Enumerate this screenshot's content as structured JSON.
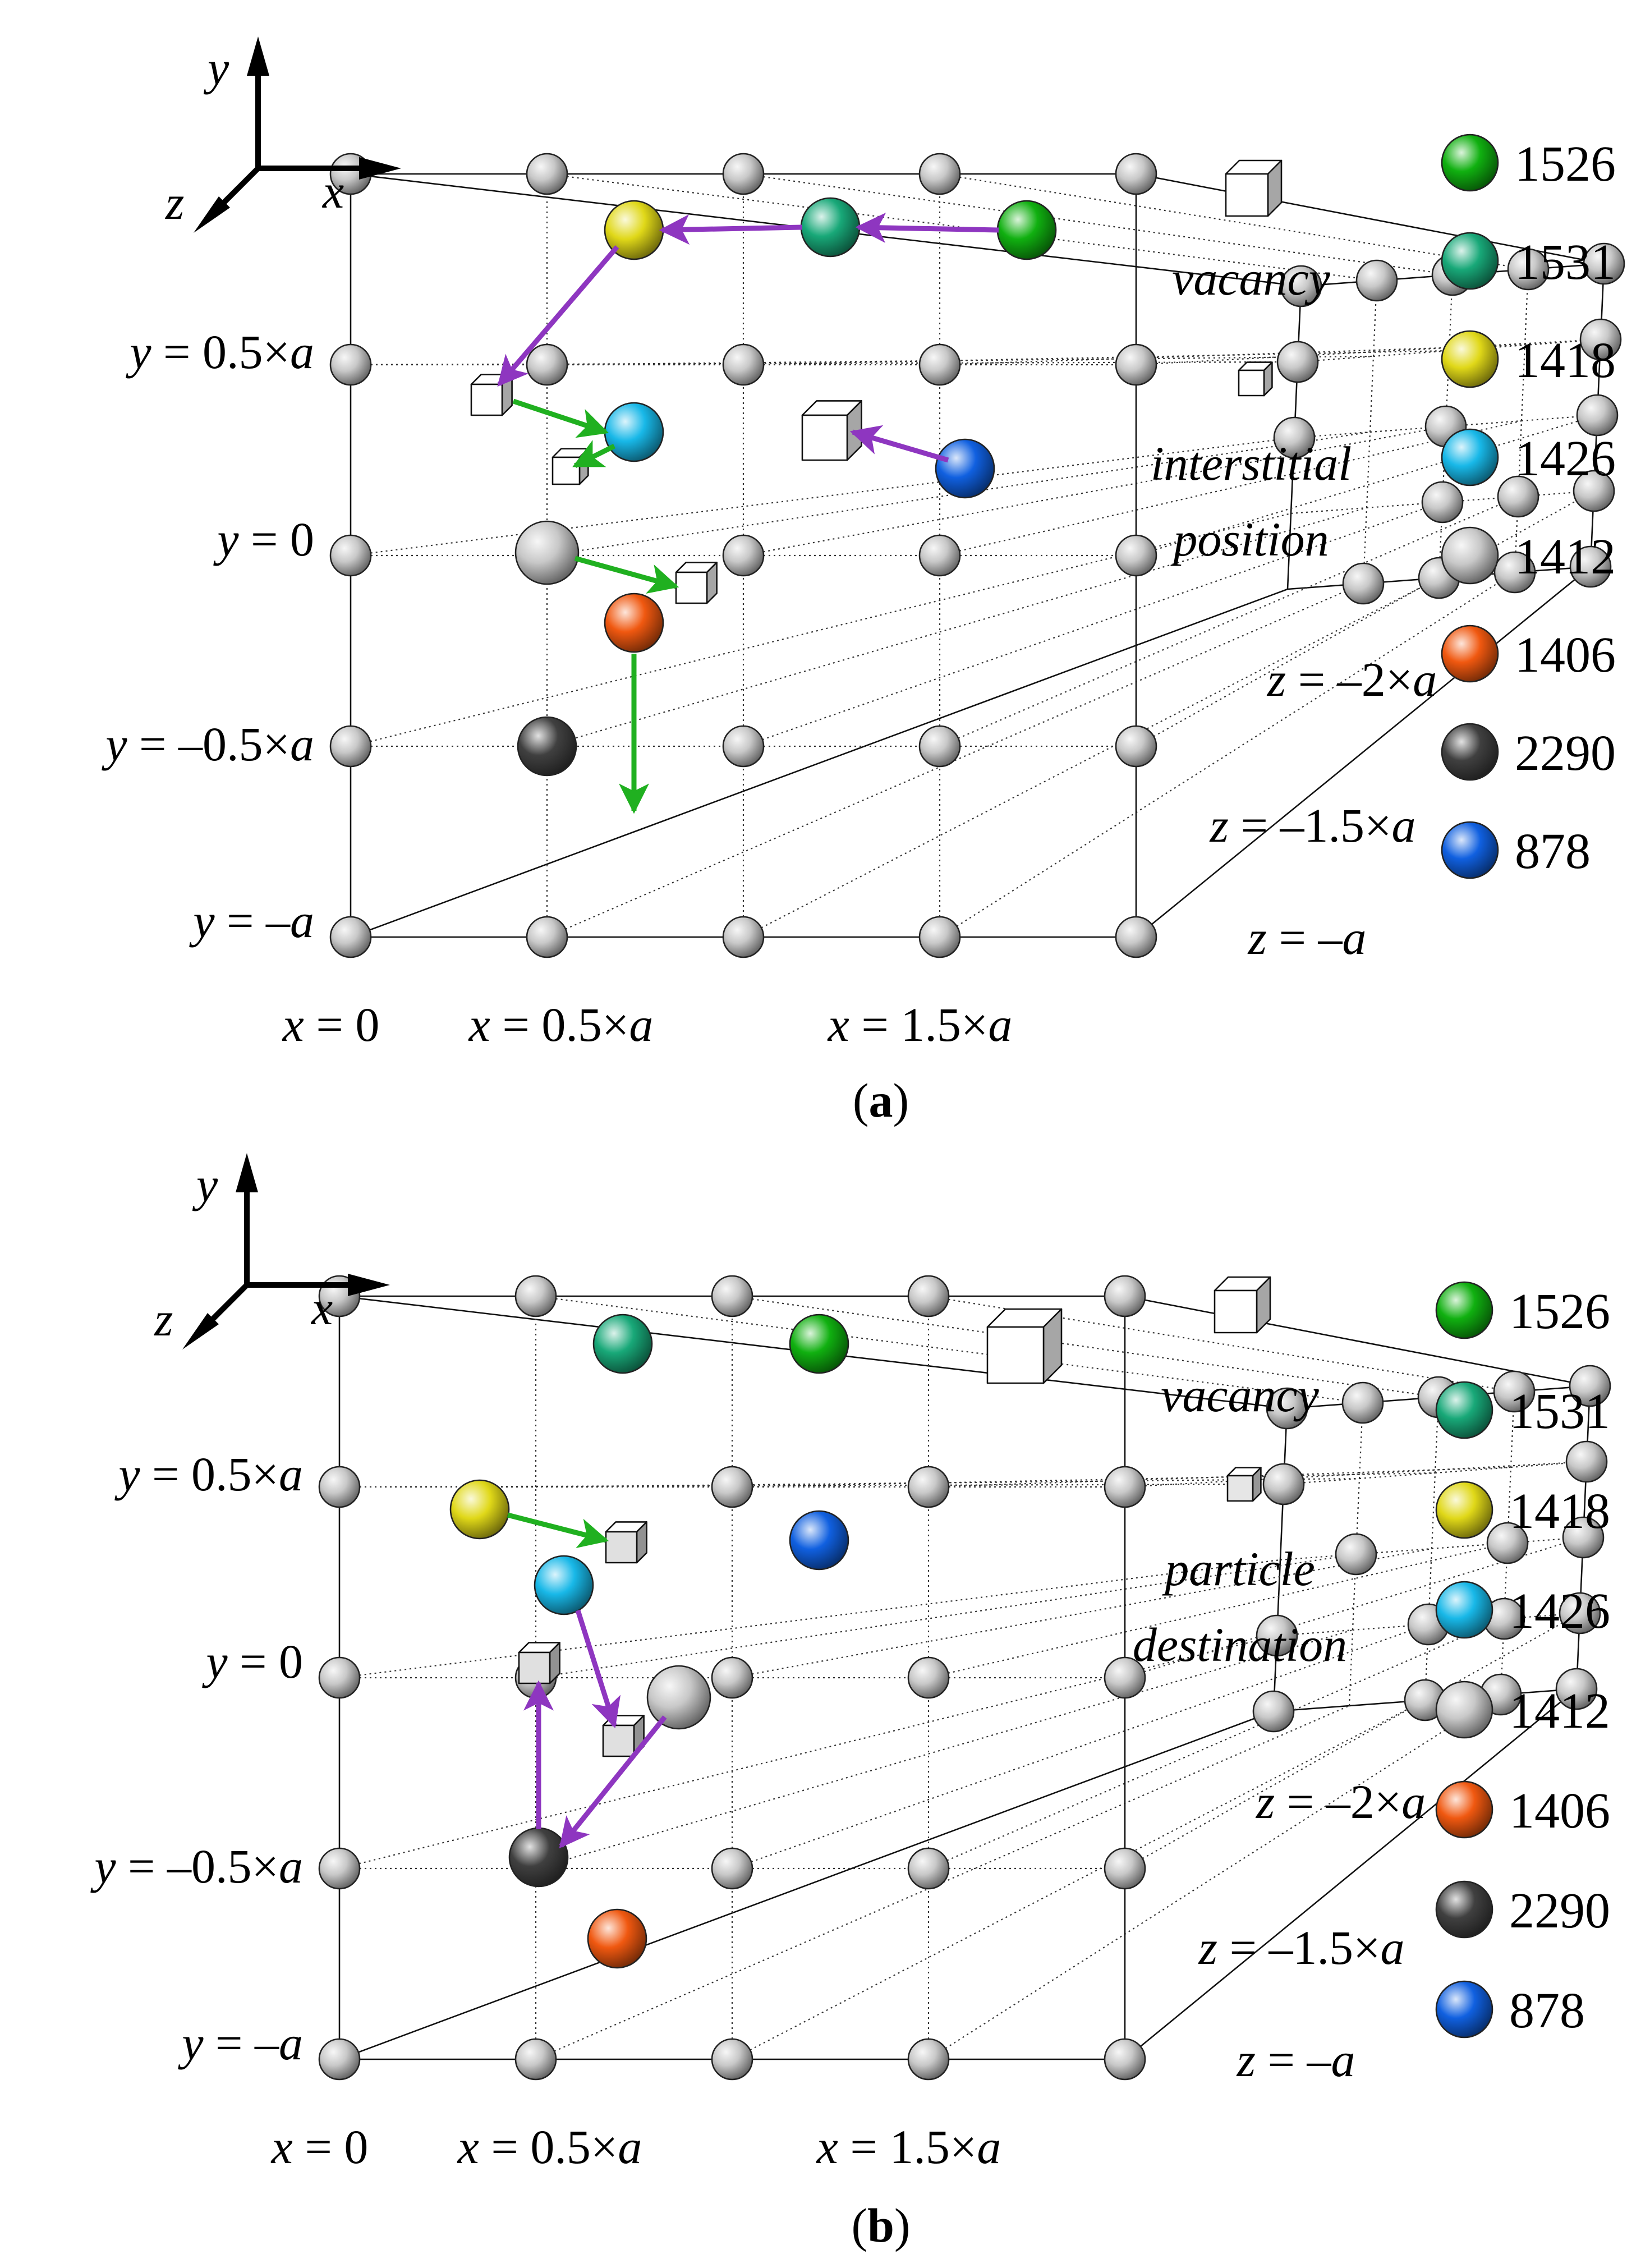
{
  "colors": {
    "1526": "#10b010",
    "1531": "#18a878",
    "1418": "#e0d818",
    "1426": "#18b8e8",
    "1412": "#c8c8c8",
    "1406": "#f05810",
    "2290": "#404040",
    "878": "#1060e0",
    "move_purple": "#8e36c0",
    "move_green": "#20b020"
  },
  "axes": {
    "y": "y",
    "x": "x",
    "z": "z"
  },
  "panels": [
    {
      "caption": {
        "open": "(",
        "letter": "a",
        "close": ")"
      },
      "y_labels": [
        {
          "lhs": "y",
          "rhs": "0.5×",
          "var": "a"
        },
        {
          "lhs": "y",
          "rhs": "0",
          "var": ""
        },
        {
          "lhs": "y",
          "rhs": "–0.5×",
          "var": "a"
        },
        {
          "lhs": "y",
          "rhs": "–",
          "var": "a"
        }
      ],
      "x_labels": [
        {
          "lhs": "x",
          "rhs": "0",
          "var": ""
        },
        {
          "lhs": "x",
          "rhs": "0.5×",
          "var": "a"
        },
        {
          "lhs": "x",
          "rhs": "1.5×",
          "var": "a"
        }
      ],
      "z_labels": [
        {
          "lhs": "z",
          "rhs": "–2×",
          "var": "a"
        },
        {
          "lhs": "z",
          "rhs": "–1.5×",
          "var": "a"
        },
        {
          "lhs": "z",
          "rhs": "–",
          "var": "a"
        }
      ],
      "key": [
        [
          "vacancy"
        ],
        [
          "interstitial",
          "position"
        ]
      ],
      "legend": [
        "1526",
        "1531",
        "1418",
        "1426",
        "1412",
        "1406",
        "2290",
        "878"
      ]
    },
    {
      "caption": {
        "open": "(",
        "letter": "b",
        "close": ")"
      },
      "y_labels": [
        {
          "lhs": "y",
          "rhs": "0.5×",
          "var": "a"
        },
        {
          "lhs": "y",
          "rhs": "0",
          "var": ""
        },
        {
          "lhs": "y",
          "rhs": "–0.5×",
          "var": "a"
        },
        {
          "lhs": "y",
          "rhs": "–",
          "var": "a"
        }
      ],
      "x_labels": [
        {
          "lhs": "x",
          "rhs": "0",
          "var": ""
        },
        {
          "lhs": "x",
          "rhs": "0.5×",
          "var": "a"
        },
        {
          "lhs": "x",
          "rhs": "1.5×",
          "var": "a"
        }
      ],
      "z_labels": [
        {
          "lhs": "z",
          "rhs": "–2×",
          "var": "a"
        },
        {
          "lhs": "z",
          "rhs": "–1.5×",
          "var": "a"
        },
        {
          "lhs": "z",
          "rhs": "–",
          "var": "a"
        }
      ],
      "key": [
        [
          "vacancy"
        ],
        [
          "particle",
          "destination"
        ]
      ],
      "legend": [
        "1526",
        "1531",
        "1418",
        "1426",
        "1412",
        "1406",
        "2290",
        "878"
      ]
    }
  ]
}
